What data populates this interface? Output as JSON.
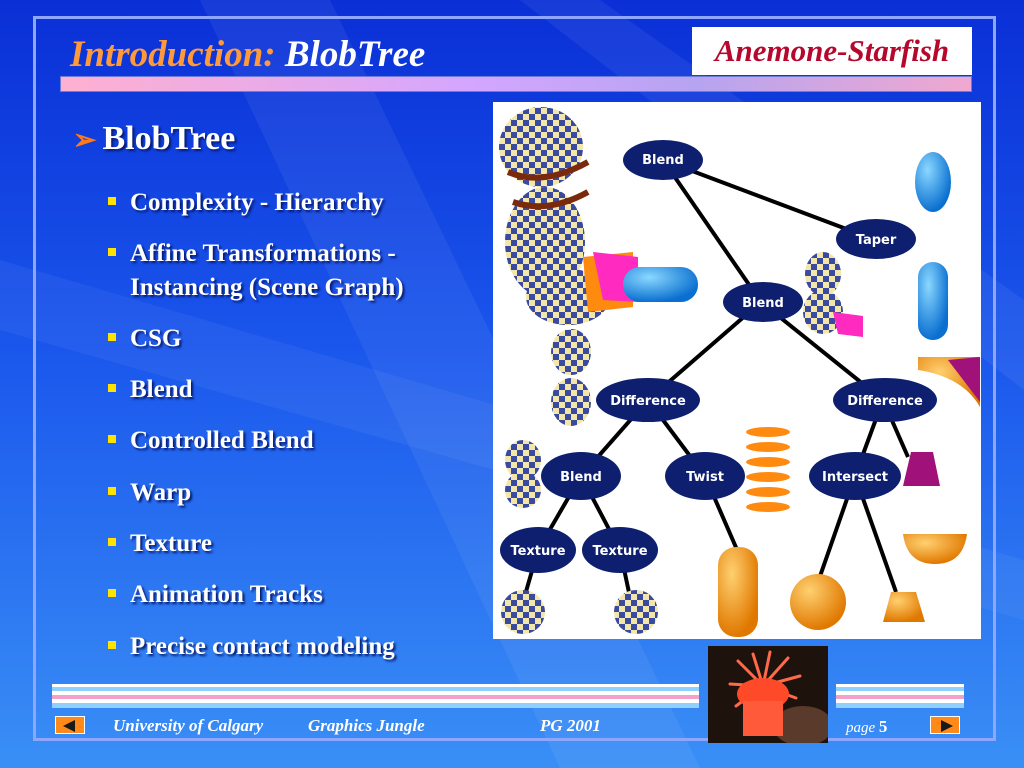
{
  "slide": {
    "title_prefix": "Introduction:",
    "title_main": "BlobTree",
    "topic_label": "Anemone-Starfish"
  },
  "content": {
    "main_bullet": "BlobTree",
    "items": [
      "Complexity - Hierarchy",
      "Affine Transformations -",
      "Instancing (Scene Graph)",
      "CSG",
      "Blend",
      "Controlled Blend",
      "Warp",
      "Texture",
      "Animation Tracks",
      "Precise contact modeling"
    ]
  },
  "diagram": {
    "nodes": {
      "blend_root": "Blend",
      "taper": "Taper",
      "blend_mid": "Blend",
      "difference_left": "Difference",
      "difference_right": "Difference",
      "blend_low": "Blend",
      "twist": "Twist",
      "intersect": "Intersect",
      "texture_1": "Texture",
      "texture_2": "Texture"
    },
    "node_color": "#0d1f6e",
    "edge_color": "#000000"
  },
  "footer": {
    "institution": "University of Calgary",
    "lab": "Graphics Jungle",
    "event": "PG 2001",
    "page_label": "page",
    "page_number": "5"
  },
  "colors": {
    "accent_orange": "#ff9a3c",
    "topic_red": "#b5082c",
    "bullet_yellow": "#ffe200"
  }
}
